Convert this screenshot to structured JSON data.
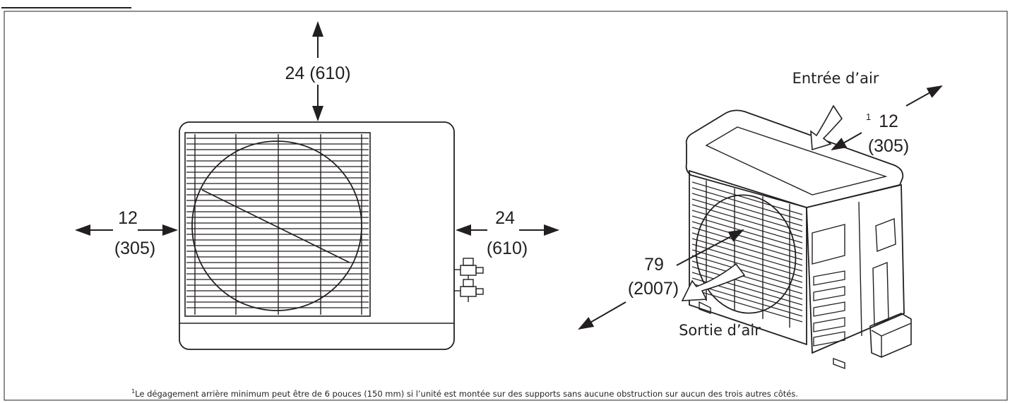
{
  "dimensions": {
    "top": "24 (610)",
    "left": {
      "inches": "12",
      "mm": "(305)"
    },
    "right": {
      "inches": "24",
      "mm": "(610)"
    },
    "rear": {
      "marker": "1",
      "inches": "12",
      "mm": "(305)"
    },
    "front": {
      "inches": "79",
      "mm": "(2007)"
    }
  },
  "labels": {
    "air_inlet": "Entrée d’air",
    "air_outlet": "Sortie d’air"
  },
  "footnote": {
    "marker": "1",
    "text": "Le dégagement arrière minimum peut être de 6 pouces (150 mm) si l’unité est montée sur des supports sans aucune obstruction sur aucun des trois autres côtés."
  }
}
